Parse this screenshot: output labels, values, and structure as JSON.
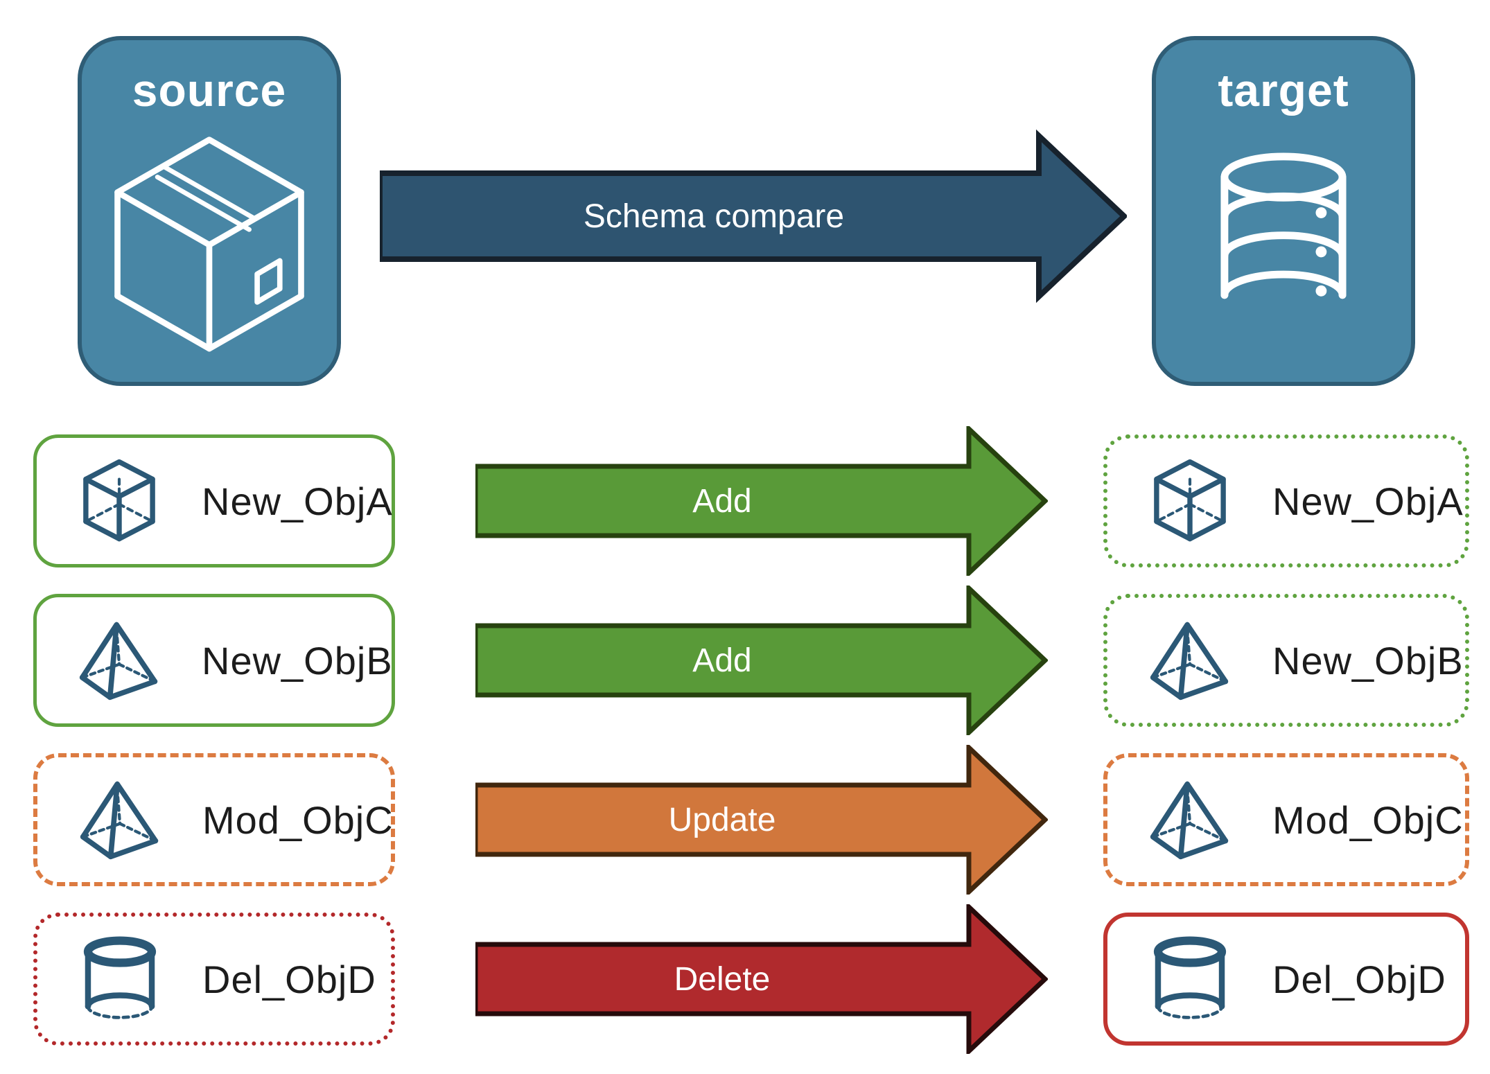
{
  "title": "Schema compare diagram",
  "source": {
    "label": "source",
    "icon": "package-icon",
    "fill": "#4886a5",
    "border": "#2f5d76"
  },
  "target": {
    "label": "target",
    "icon": "database-icon",
    "fill": "#4886a5",
    "border": "#2f5d76"
  },
  "compare_arrow": {
    "label": "Schema compare",
    "color": "#2e5470"
  },
  "colors": {
    "node_fill": "#4886a5",
    "node_border": "#2f5d76",
    "icon_blue": "#2b5876",
    "add_green": "#599a38",
    "update_orange": "#d1773c",
    "delete_red": "#b02a2d",
    "border_green": "#5fa33f",
    "border_orange": "#dc7b41",
    "border_red": "#b3282a",
    "border_red_solid": "#c13530"
  },
  "rows": [
    {
      "left": {
        "label": "New_ObjA",
        "icon": "cube-icon",
        "border_style": "solid-green"
      },
      "arrow": {
        "label": "Add",
        "color": "#599a38"
      },
      "right": {
        "label": "New_ObjA",
        "icon": "cube-icon",
        "border_style": "dotted-green"
      }
    },
    {
      "left": {
        "label": "New_ObjB",
        "icon": "pyramid-icon",
        "border_style": "solid-green"
      },
      "arrow": {
        "label": "Add",
        "color": "#599a38"
      },
      "right": {
        "label": "New_ObjB",
        "icon": "pyramid-icon",
        "border_style": "dotted-green"
      }
    },
    {
      "left": {
        "label": "Mod_ObjC",
        "icon": "pyramid-icon",
        "border_style": "dashed-orange"
      },
      "arrow": {
        "label": "Update",
        "color": "#d1773c"
      },
      "right": {
        "label": "Mod_ObjC",
        "icon": "pyramid-icon",
        "border_style": "dashed-orange"
      }
    },
    {
      "left": {
        "label": "Del_ObjD",
        "icon": "cylinder-icon",
        "border_style": "dotted-red"
      },
      "arrow": {
        "label": "Delete",
        "color": "#b02a2d"
      },
      "right": {
        "label": "Del_ObjD",
        "icon": "cylinder-icon",
        "border_style": "solid-red"
      }
    }
  ]
}
